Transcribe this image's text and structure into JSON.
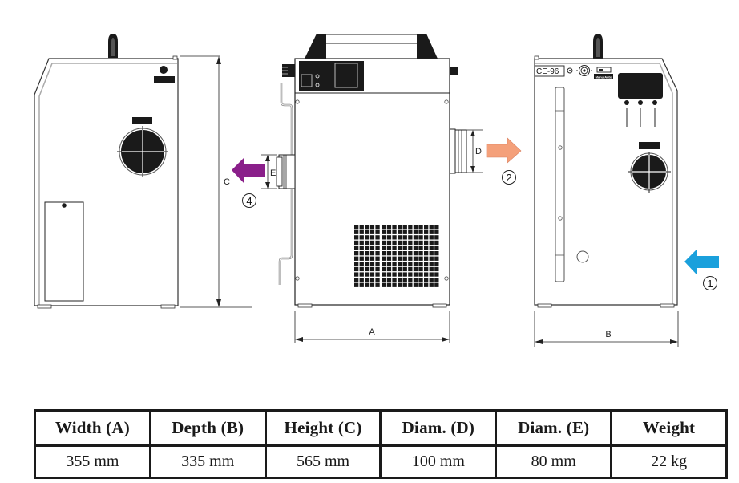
{
  "diagram": {
    "views": [
      "side-view",
      "front-view",
      "rear-view"
    ],
    "labels": {
      "dim_a": "A",
      "dim_b": "B",
      "dim_c": "C",
      "dim_d": "D",
      "dim_e": "E",
      "marker_1": "1",
      "marker_2": "2",
      "marker_4": "4",
      "ce_mark": "CE-96",
      "switch_label": "Manu/Auto"
    },
    "arrows": {
      "inlet_1": {
        "color": "#1aa0dc",
        "direction": "left"
      },
      "outlet_2": {
        "color": "#f4a07a",
        "direction": "right"
      },
      "outlet_4": {
        "color": "#8a1f8a",
        "direction": "left"
      }
    }
  },
  "spec_table": {
    "headers": [
      "Width (A)",
      "Depth (B)",
      "Height (C)",
      "Diam. (D)",
      "Diam. (E)",
      "Weight"
    ],
    "values": [
      "355 mm",
      "335 mm",
      "565 mm",
      "100 mm",
      "80 mm",
      "22 kg"
    ]
  }
}
